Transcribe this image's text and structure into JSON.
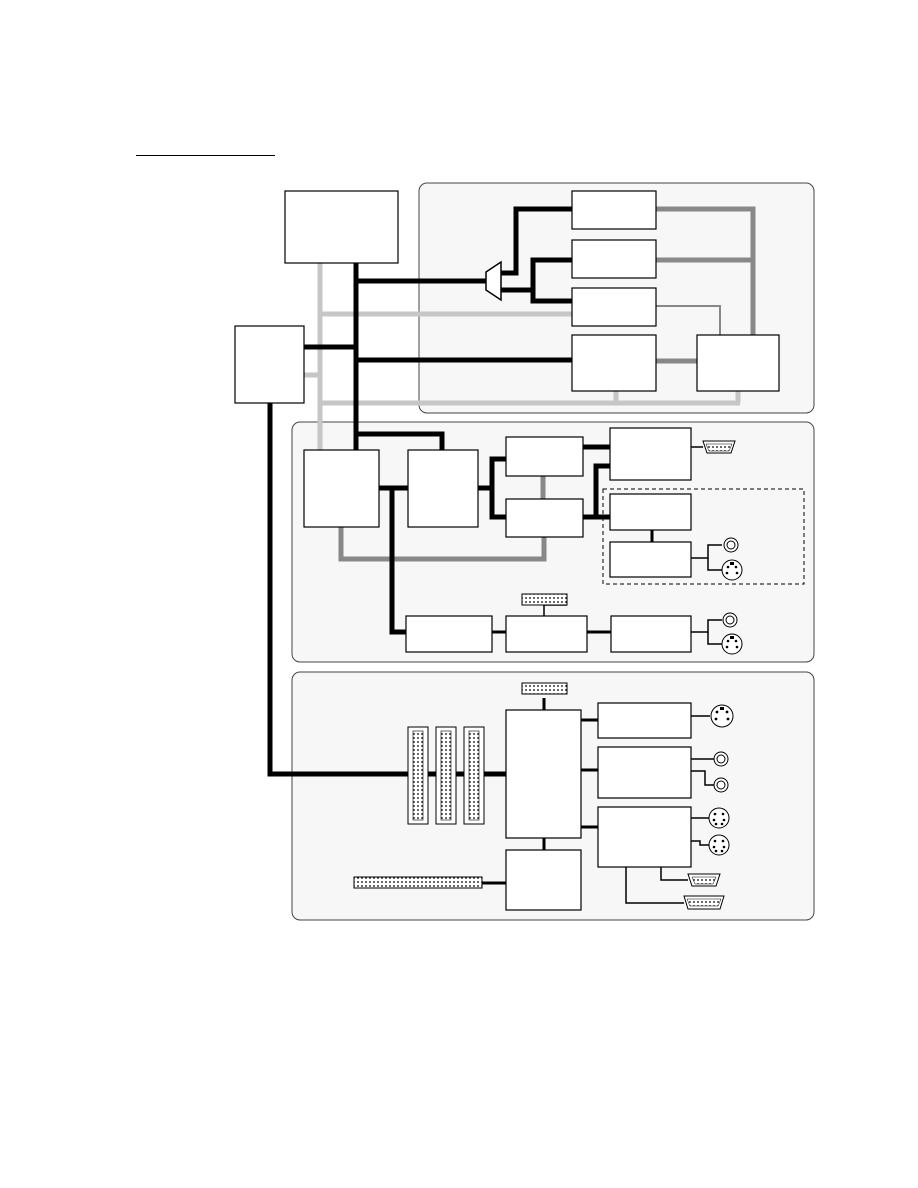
{
  "diagram": {
    "colors": {
      "processor_bus": "#000000",
      "memory_bus": "#888888",
      "control_bus": "#c6c6c6",
      "panel_fill": "#f7f7f7",
      "panel_border": "#444444",
      "block_border": "#000000",
      "block_fill": "#ffffff"
    },
    "regions": [
      {
        "id": "upper-subsystem",
        "icon": "rounded-panel"
      },
      {
        "id": "middle-subsystem",
        "icon": "rounded-panel"
      },
      {
        "id": "lower-subsystem",
        "icon": "rounded-panel"
      },
      {
        "id": "optional-module",
        "icon": "dashed-boundary"
      }
    ],
    "connectors": [
      {
        "id": "vga-port",
        "icon": "db15-connector-icon"
      },
      {
        "id": "rca-jack-1",
        "icon": "rca-jack-icon"
      },
      {
        "id": "svideo-jack-1",
        "icon": "mini-din-icon"
      },
      {
        "id": "rca-jack-2",
        "icon": "rca-jack-icon"
      },
      {
        "id": "svideo-jack-2",
        "icon": "mini-din-icon"
      },
      {
        "id": "header-middle",
        "icon": "pin-header-icon"
      },
      {
        "id": "header-lower",
        "icon": "pin-header-icon"
      },
      {
        "id": "mini-din-lower",
        "icon": "mini-din-icon"
      },
      {
        "id": "rca-jack-3",
        "icon": "rca-jack-icon"
      },
      {
        "id": "rca-jack-4",
        "icon": "rca-jack-icon"
      },
      {
        "id": "ps2-port-1",
        "icon": "mini-din-icon"
      },
      {
        "id": "ps2-port-2",
        "icon": "mini-din-icon"
      },
      {
        "id": "serial-port",
        "icon": "db9-connector-icon"
      },
      {
        "id": "parallel-port",
        "icon": "db25-connector-icon"
      },
      {
        "id": "pci-slots",
        "icon": "expansion-slot-icon"
      },
      {
        "id": "long-header",
        "icon": "pin-header-icon"
      }
    ]
  }
}
